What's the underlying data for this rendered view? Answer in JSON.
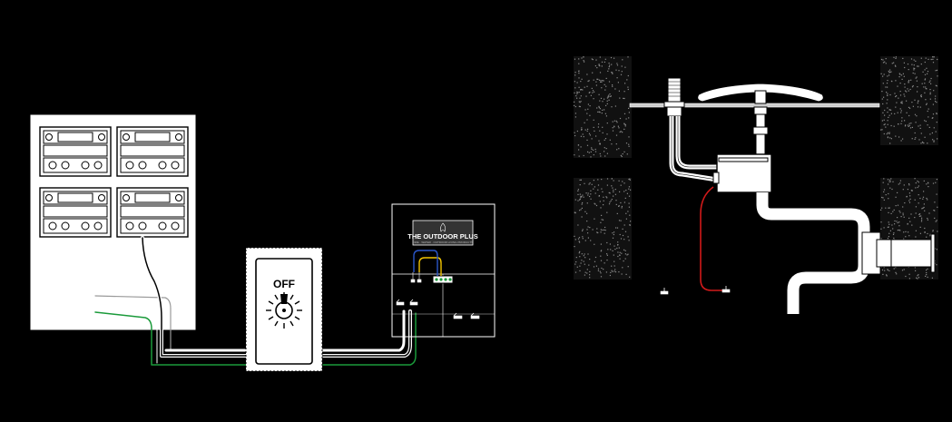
{
  "diagram": {
    "switch": {
      "state_label": "OFF"
    },
    "control_box": {
      "brand": "THE OUTDOOR PLUS",
      "tagline": "FIRE · WATER · OUTDOOR LIVING PRODUCTS"
    }
  },
  "colors": {
    "background": "#000000",
    "panel": "#ffffff",
    "wire_green": "#1a9a3a",
    "wire_red": "#d11a1a",
    "wire_yellow": "#f2c400",
    "wire_blue": "#2a55c8",
    "wire_gray": "#9a9a9a",
    "brand_box": "#333333"
  }
}
